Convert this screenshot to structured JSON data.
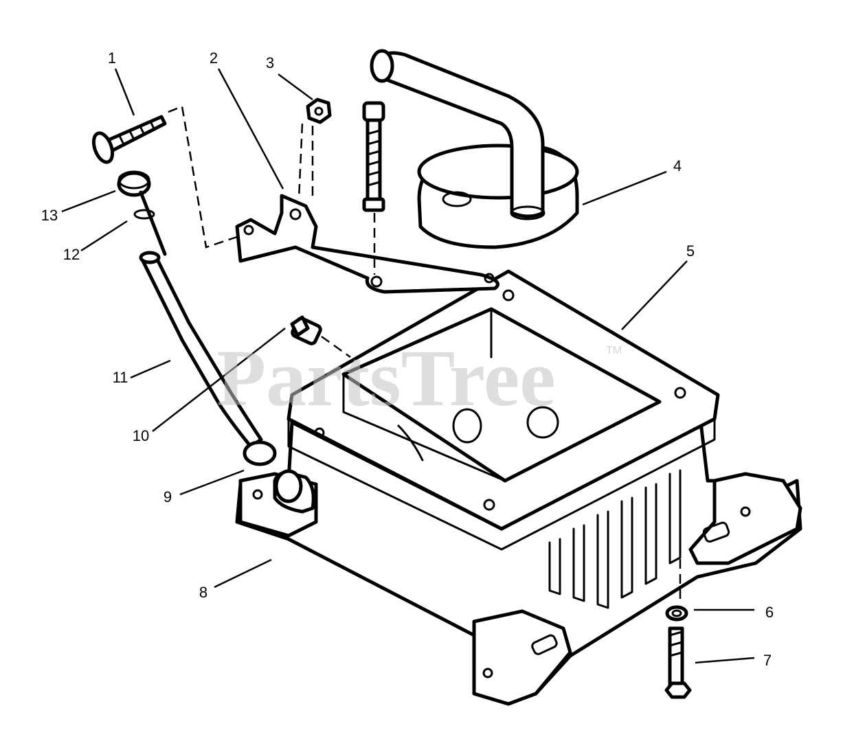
{
  "watermark": {
    "text": "PartsTree",
    "trademark": "TM"
  },
  "callouts": [
    {
      "number": "1"
    },
    {
      "number": "2"
    },
    {
      "number": "3"
    },
    {
      "number": "4"
    },
    {
      "number": "5"
    },
    {
      "number": "6"
    },
    {
      "number": "7"
    },
    {
      "number": "8"
    },
    {
      "number": "9"
    },
    {
      "number": "10"
    },
    {
      "number": "11"
    },
    {
      "number": "12"
    },
    {
      "number": "13"
    }
  ]
}
